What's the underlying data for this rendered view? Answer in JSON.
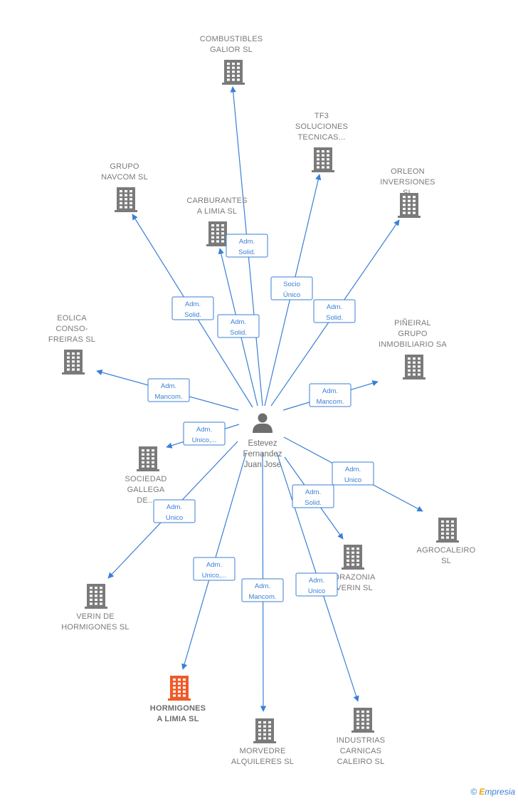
{
  "center": {
    "name_lines": [
      "Estevez",
      "Fernandez",
      "Juan Jose"
    ],
    "icon": "person-icon"
  },
  "colors": {
    "edge": "#3a7fd5",
    "building": "#7a7a7a",
    "building_highlight": "#f05a28",
    "label": "#7a7a7a"
  },
  "companies": [
    {
      "id": "combustibles-galior",
      "lines": [
        "COMBUSTIBLES",
        "GALIOR SL"
      ],
      "relation": [
        "Adm.",
        "Solid."
      ]
    },
    {
      "id": "tf3-soluciones",
      "lines": [
        "TF3",
        "SOLUCIONES",
        "TECNICAS..."
      ],
      "relation": [
        "Socio",
        "Único"
      ]
    },
    {
      "id": "grupo-navcom",
      "lines": [
        "GRUPO",
        "NAVCOM  SL"
      ],
      "relation": [
        "Adm.",
        "Solid."
      ]
    },
    {
      "id": "carburantes-a-limia",
      "lines": [
        "CARBURANTES",
        "A LIMIA  SL"
      ],
      "relation": [
        "Adm.",
        "Solid."
      ]
    },
    {
      "id": "orleon-inversiones",
      "lines": [
        "ORLEON",
        "INVERSIONES",
        "SL"
      ],
      "relation": [
        "Adm.",
        "Solid."
      ]
    },
    {
      "id": "eolica-conso-freiras",
      "lines": [
        "EOLICA",
        "CONSO-",
        "FREIRAS SL"
      ],
      "relation": [
        "Adm.",
        "Mancom."
      ]
    },
    {
      "id": "pineiral-grupo",
      "lines": [
        "PIÑEIRAL",
        "GRUPO",
        "INMOBILIARIO SA"
      ],
      "relation": [
        "Adm.",
        "Mancom."
      ]
    },
    {
      "id": "sociedad-gallega",
      "lines": [
        "SOCIEDAD",
        "GALLEGA",
        "DE..."
      ],
      "relation": [
        "Adm.",
        "Unico,..."
      ]
    },
    {
      "id": "agrocaleiro",
      "lines": [
        "AGROCALEIRO",
        "SL"
      ],
      "relation": [
        "Adm.",
        "Unico"
      ]
    },
    {
      "id": "orazonia-verin",
      "lines": [
        "ORAZONIA",
        "VERIN SL"
      ],
      "relation": [
        "Adm.",
        "Solid."
      ]
    },
    {
      "id": "verin-de-hormigones",
      "lines": [
        "VERIN DE",
        "HORMIGONES SL"
      ],
      "relation": [
        "Adm.",
        "Unico"
      ]
    },
    {
      "id": "hormigones-a-limia",
      "lines": [
        "HORMIGONES",
        "A LIMIA  SL"
      ],
      "relation": [
        "Adm.",
        "Unico,..."
      ],
      "highlight": true
    },
    {
      "id": "morvedre-alquileres",
      "lines": [
        "MORVEDRE",
        "ALQUILERES SL"
      ],
      "relation": [
        "Adm.",
        "Mancom."
      ]
    },
    {
      "id": "industrias-carnicas",
      "lines": [
        "INDUSTRIAS",
        "CARNICAS",
        "CALEIRO  SL"
      ],
      "relation": [
        "Adm.",
        "Unico"
      ]
    }
  ],
  "brand": {
    "copyright": "©",
    "first": "E",
    "rest": "mpresia"
  }
}
